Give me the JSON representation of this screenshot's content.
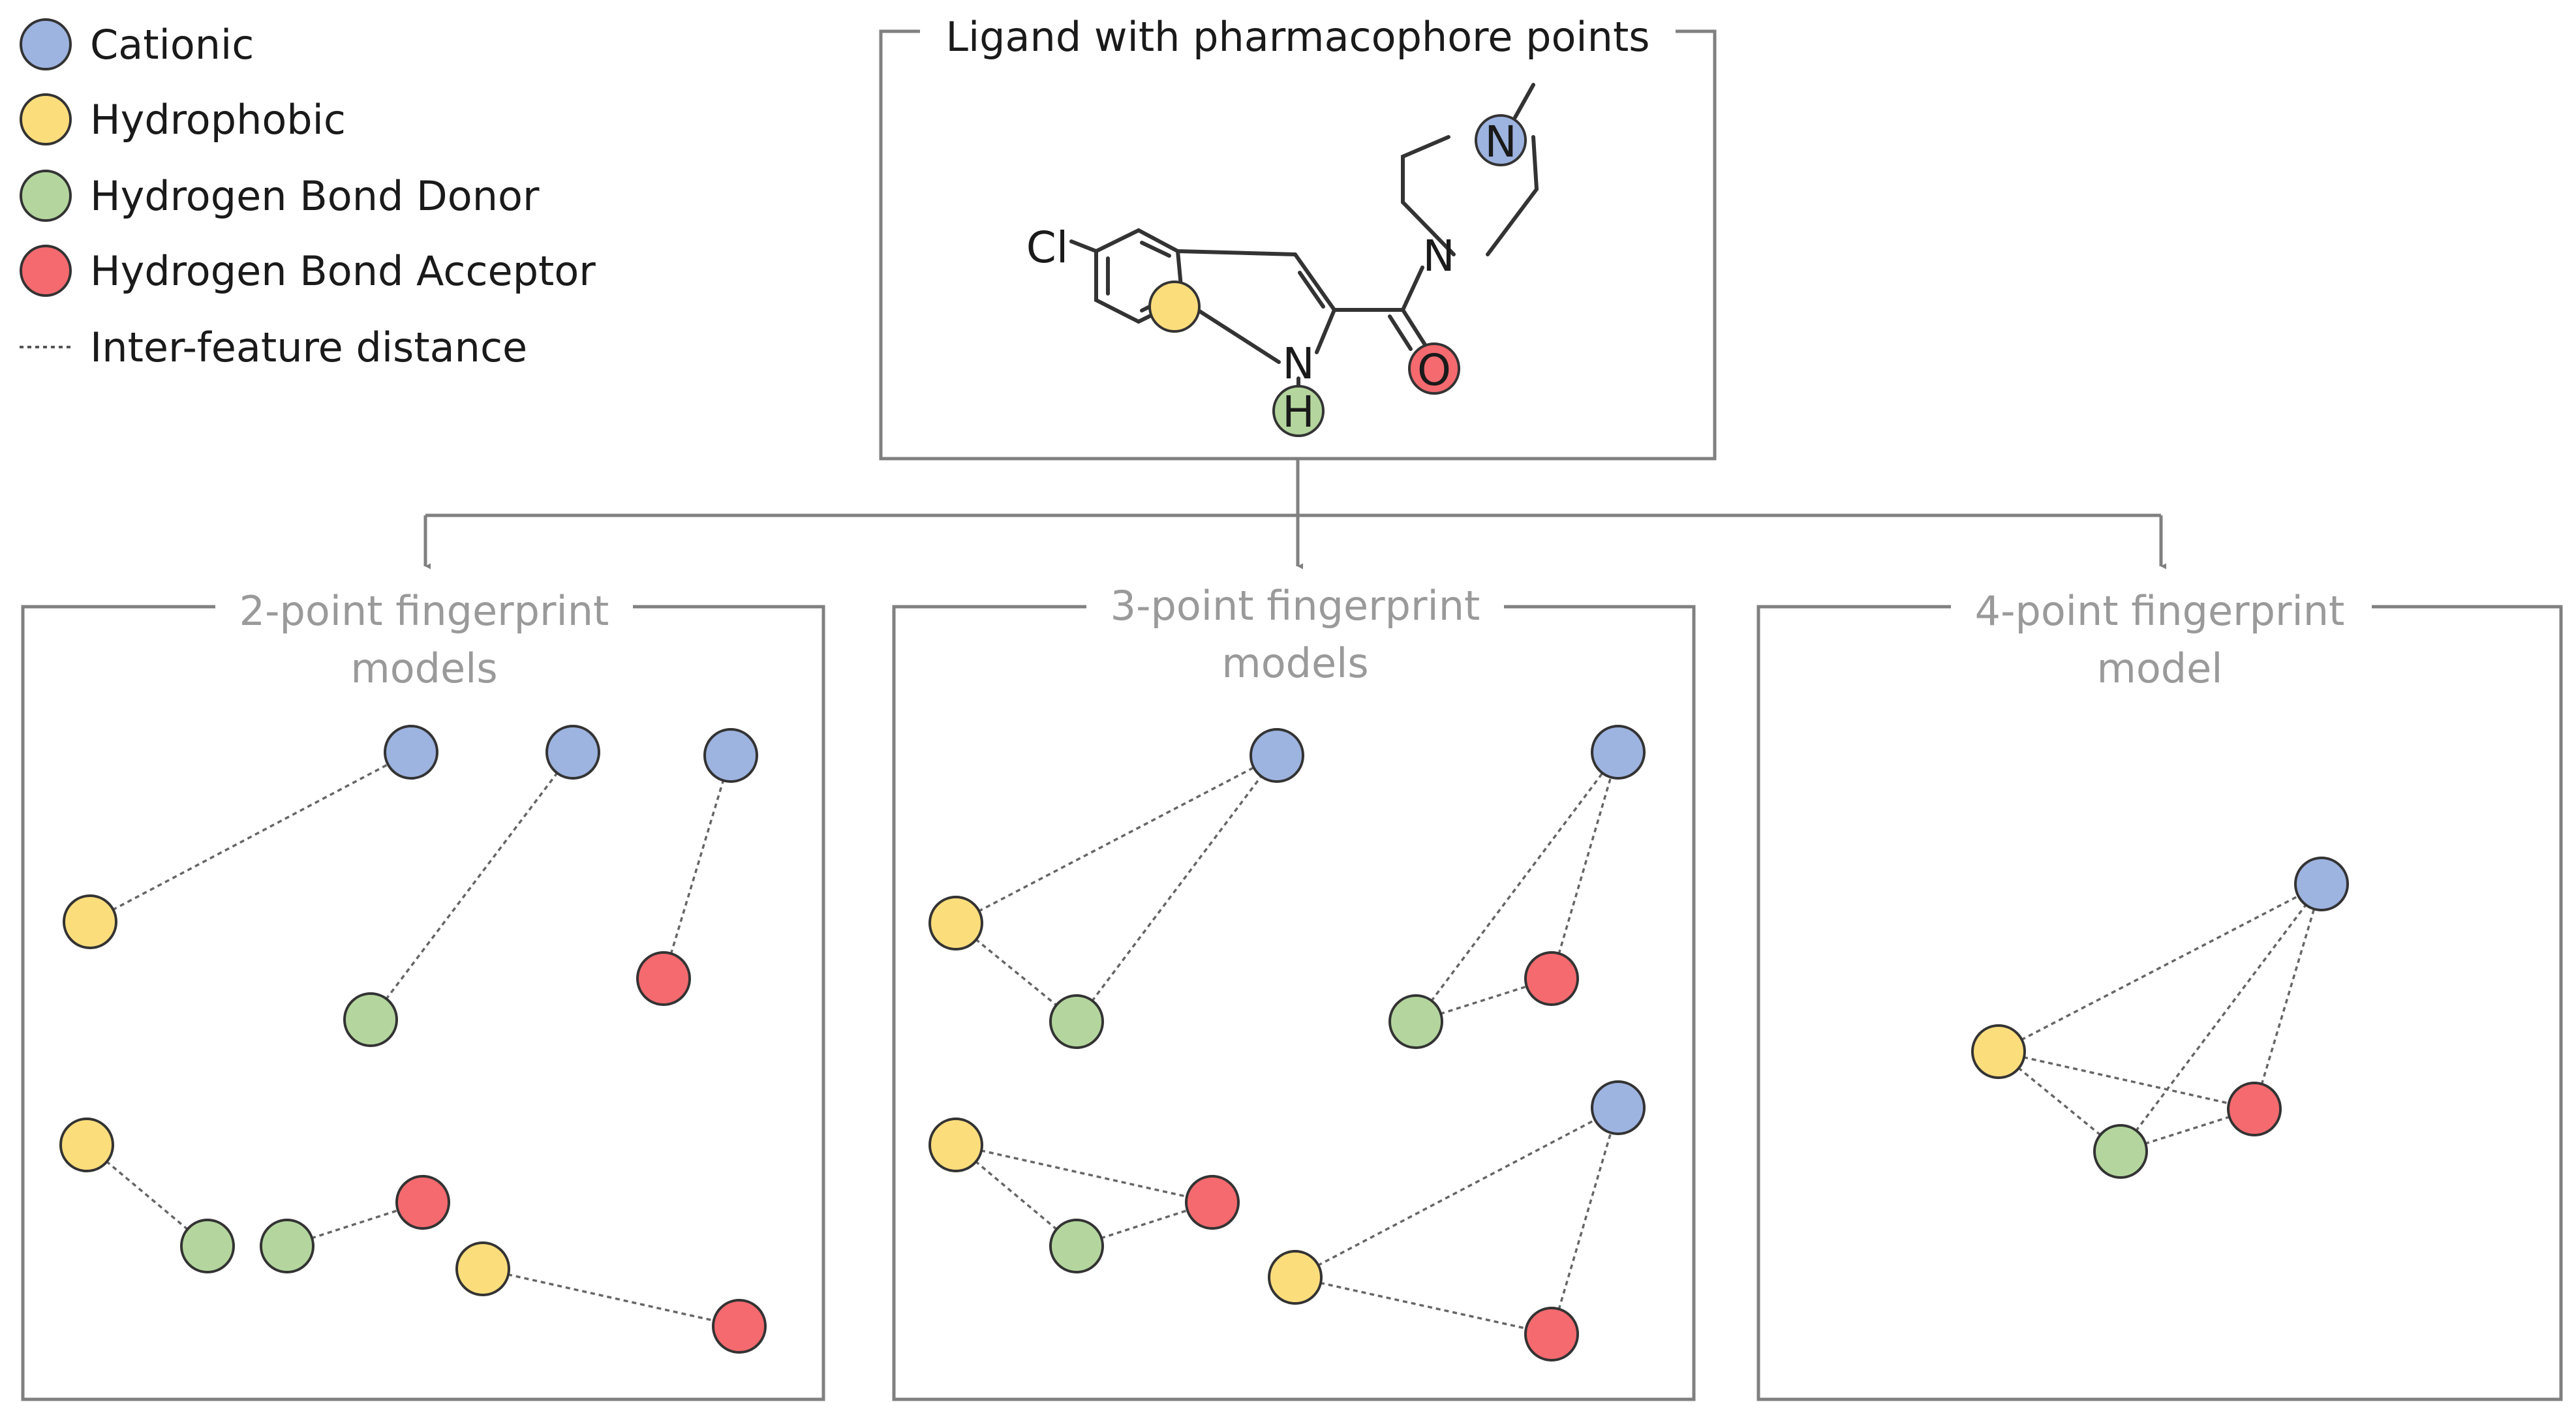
{
  "colors": {
    "cationic": "#9db3e0",
    "hydrophobic": "#fcdd7c",
    "donor": "#b4d69e",
    "acceptor": "#f46a6f",
    "frame": "#808080",
    "panel_title": "#9a9a9a",
    "text": "#1a1a1a"
  },
  "legend": [
    {
      "kind": "cationic",
      "label": "Cationic"
    },
    {
      "kind": "hydrophobic",
      "label": "Hydrophobic"
    },
    {
      "kind": "donor",
      "label": "Hydrogen Bond Donor"
    },
    {
      "kind": "acceptor",
      "label": "Hydrogen Bond Acceptor"
    },
    {
      "kind": "distance",
      "label": "Inter-feature distance"
    }
  ],
  "ligand": {
    "title": "Ligand with pharmacophore points",
    "atoms": {
      "cl": "Cl",
      "n_indole": "N",
      "h": "H",
      "o": "O",
      "n_amide": "N",
      "n_methyl": "N"
    }
  },
  "panels": [
    {
      "title_lines": [
        "2-point fingerprint",
        "models"
      ]
    },
    {
      "title_lines": [
        "3-point fingerprint",
        "models"
      ]
    },
    {
      "title_lines": [
        "4-point fingerprint",
        "model"
      ]
    }
  ]
}
